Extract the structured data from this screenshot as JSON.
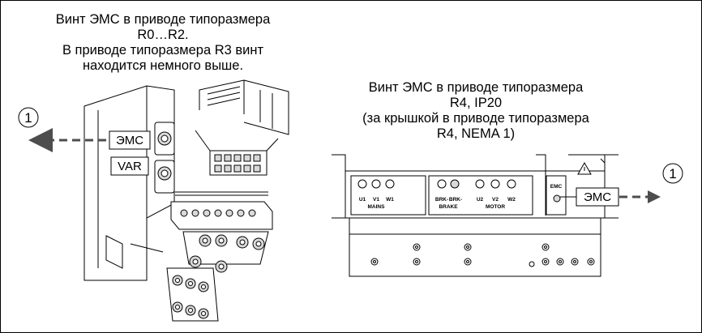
{
  "left_caption": {
    "line1": "Винт ЭМС в приводе типоразмера",
    "line2": "R0…R2.",
    "line3": "В приводе типоразмера R3 винт",
    "line4": "находится немного выше."
  },
  "right_caption": {
    "line1": "Винт ЭМС в приводе типоразмера",
    "line2": "R4, IP20",
    "line3": "(за крышкой в приводе типоразмера",
    "line4": "R4, NEMA 1)"
  },
  "left_callout": {
    "number": "1",
    "box_label": "ЭМС"
  },
  "left_var_label": "VAR",
  "right_callout": {
    "number": "1",
    "box_label": "ЭМС"
  },
  "terminals": {
    "mains": [
      "U1",
      "V1",
      "W1"
    ],
    "mains_group": "MAINS",
    "brake": [
      "BRK-",
      "BRK-"
    ],
    "brake_group": "BRAKE",
    "motor": [
      "U2",
      "V2",
      "W2"
    ],
    "motor_group": "MOTOR",
    "emc_small": "EMC"
  },
  "colors": {
    "line": "#000000",
    "arrow_gray": "#4d4d4d",
    "metal_fill": "#d9d9d9",
    "panel_fill": "#ffffff"
  }
}
